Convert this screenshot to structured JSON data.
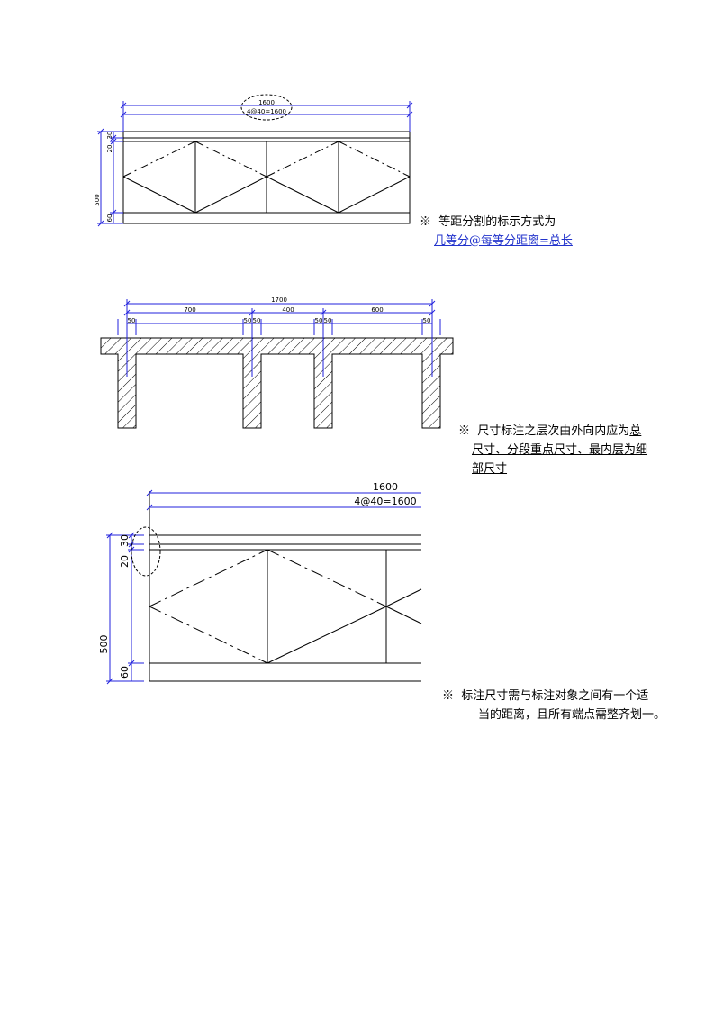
{
  "fig1": {
    "dims": {
      "total": "1600",
      "split": "4@40=1600",
      "d30": "30",
      "d20": "20",
      "d500": "500",
      "d60": "60"
    },
    "note": {
      "mark": "※",
      "text": "等距分割的标示方式为",
      "link": "几等分@每等分距离=总长"
    }
  },
  "fig2": {
    "dims": {
      "total": "1700",
      "s700": "700",
      "s400": "400",
      "s600": "600",
      "w50a": "50",
      "w50b": "50",
      "w50c": "50",
      "w50d": "50",
      "w50e": "50",
      "w50f": "50"
    },
    "note": {
      "mark": "※",
      "text1": "尺寸标注之层次由外向内应为",
      "u1": "总",
      "u2": "尺寸、分段重点尺寸、最内层为细",
      "u3": "部尺寸"
    }
  },
  "fig3": {
    "dims": {
      "total": "1600",
      "split": "4@40=1600",
      "d30": "30",
      "d20": "20",
      "d500": "500",
      "d60": "60"
    },
    "note": {
      "mark": "※",
      "line1": "标注尺寸需与标注对象之间有一个适",
      "line2": "当的距离，且所有端点需整齐划一。"
    }
  },
  "colors": {
    "dim_line": "#2222dd",
    "ink": "#000000",
    "link": "#2233cc"
  }
}
